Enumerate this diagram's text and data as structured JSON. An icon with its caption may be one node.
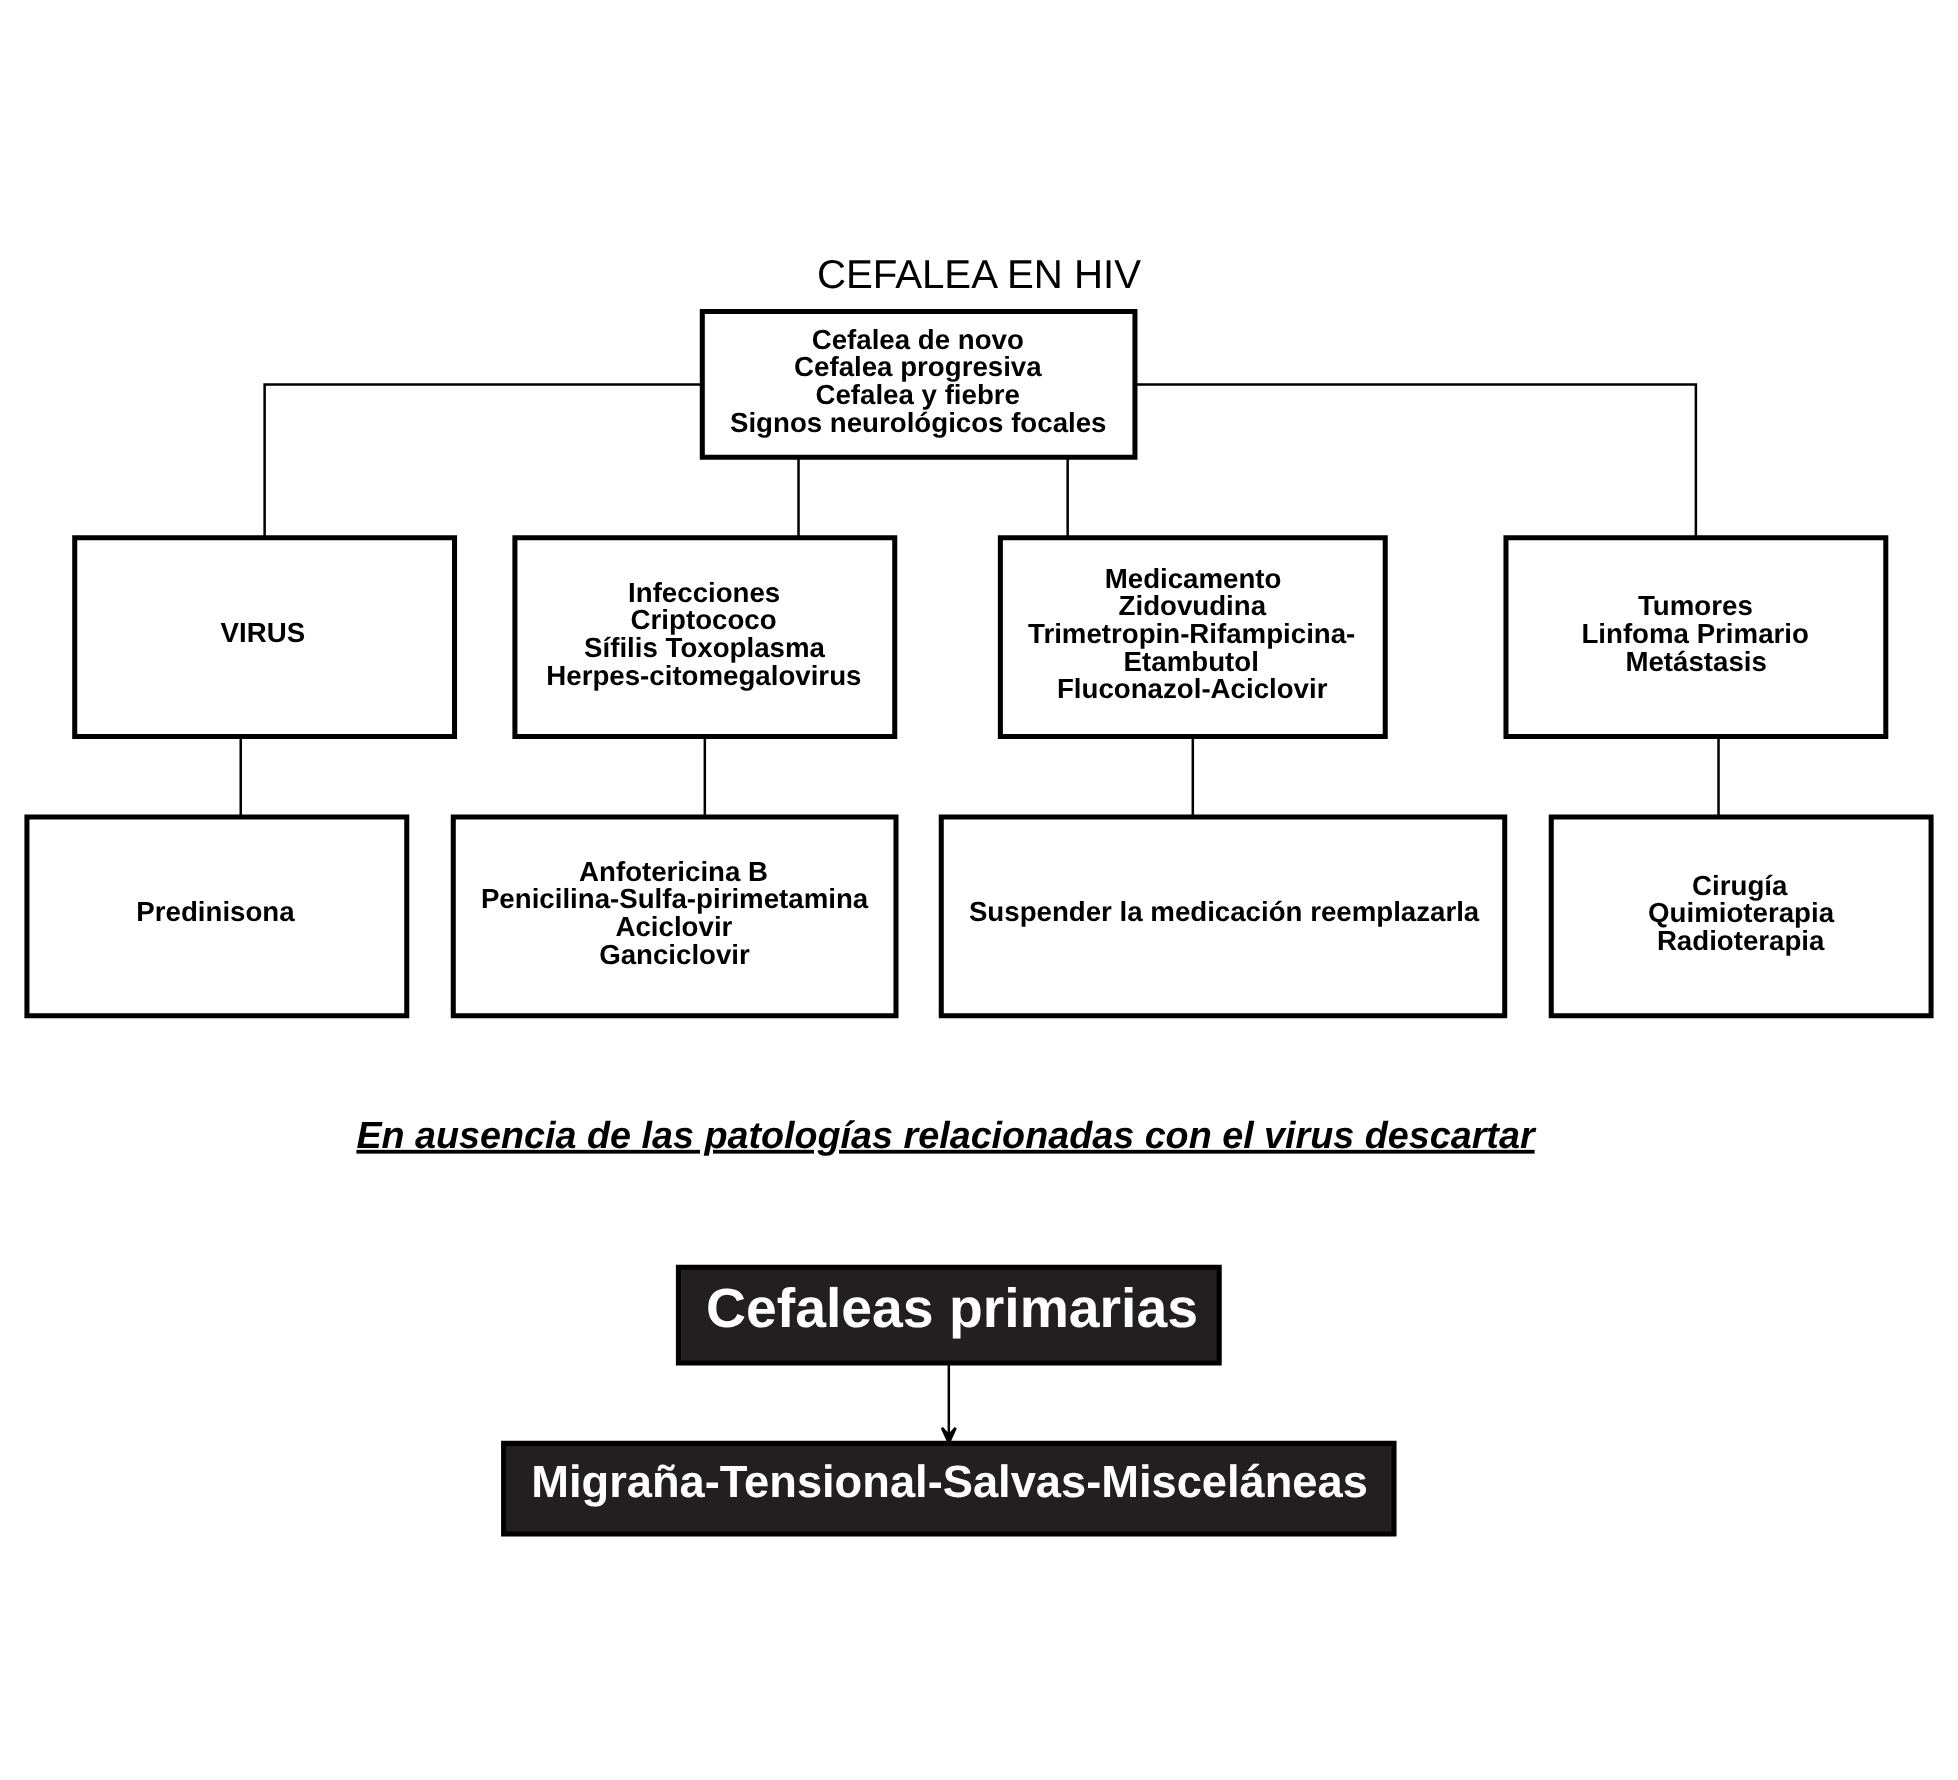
{
  "diagram": {
    "title": "CEFALEA EN HIV",
    "nodes": [
      {
        "text": [
          "Cefalea de novo",
          "Cefalea progresiva",
          "Cefalea y fiebre",
          "Signos neurológicos focales"
        ]
      },
      {
        "text": [
          "VIRUS"
        ]
      },
      {
        "text": [
          "Infecciones",
          "Criptococo",
          "Sífilis Toxoplasma",
          "Herpes-citomegalovirus"
        ]
      },
      {
        "text": [
          "Medicamento",
          "Zidovudina",
          "Trimetropin-Rifampicina-",
          "Etambutol",
          "Fluconazol-Aciclovir"
        ]
      },
      {
        "text": [
          "Tumores",
          "Linfoma Primario",
          "Metástasis"
        ]
      },
      {
        "text": [
          "Predinisona"
        ]
      },
      {
        "text": [
          "Anfotericina B",
          "Penicilina-Sulfa-pirimetamina",
          "Aciclovir",
          "Ganciclovir"
        ]
      },
      {
        "text": [
          "Suspender la medicación reemplazarla"
        ]
      },
      {
        "text": [
          "Cirugía",
          "Quimioterapia",
          "Radioterapia"
        ]
      },
      {
        "text": [
          "Cefaleas primarias"
        ]
      },
      {
        "text": [
          "Migraña-Tensional-Salvas-Misceláneas"
        ]
      }
    ],
    "edges": [
      {
        "from": 0,
        "to": 1,
        "arrow": "none"
      },
      {
        "from": 0,
        "to": 2,
        "arrow": "none"
      },
      {
        "from": 0,
        "to": 3,
        "arrow": "none"
      },
      {
        "from": 0,
        "to": 4,
        "arrow": "none"
      },
      {
        "from": 1,
        "to": 5,
        "arrow": "none"
      },
      {
        "from": 2,
        "to": 6,
        "arrow": "none"
      },
      {
        "from": 3,
        "to": 7,
        "arrow": "none"
      },
      {
        "from": 4,
        "to": 8,
        "arrow": "none"
      },
      {
        "from": 9,
        "to": 10,
        "arrow": "to"
      }
    ],
    "labels": [
      "En ausencia de las patologías relacionadas con el virus descartar"
    ]
  }
}
